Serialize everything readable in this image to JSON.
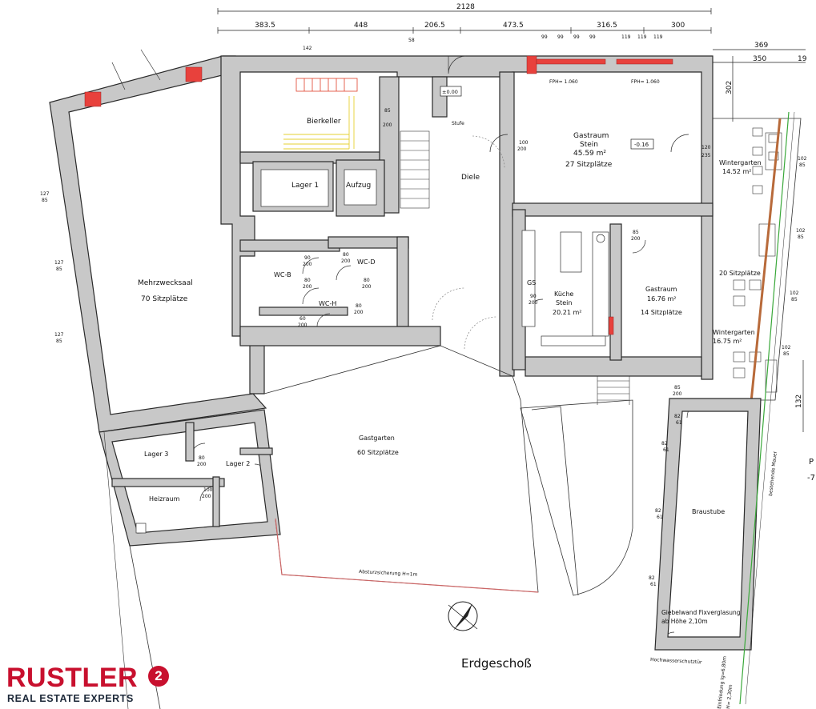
{
  "dimensions": {
    "total": "2128",
    "segments": [
      "383.5",
      "448",
      "206.5",
      "473.5",
      "316.5",
      "300"
    ],
    "right": [
      "369",
      "350",
      "19"
    ],
    "right_vertical": [
      "302",
      "132"
    ]
  },
  "rooms": {
    "mehrzwecksaal": {
      "name": "Mehrzwecksaal",
      "seats": "70 Sitzplätze"
    },
    "bierkeller": {
      "name": "Bierkeller"
    },
    "lager1": {
      "name": "Lager 1"
    },
    "aufzug": {
      "name": "Aufzug"
    },
    "diele": {
      "name": "Diele"
    },
    "stufe": {
      "name": "Stufe"
    },
    "gastraum1": {
      "name": "Gastraum",
      "floor": "Stein",
      "area": "45.59 m²",
      "seats": "27 Sitzplätze",
      "level": "-0.16"
    },
    "wintergarten1": {
      "name": "Wintergarten",
      "area": "14.52 m²"
    },
    "wcb": {
      "name": "WC-B"
    },
    "wcd": {
      "name": "WC-D"
    },
    "wch": {
      "name": "WC-H"
    },
    "kueche": {
      "name": "Küche",
      "floor": "Stein",
      "area": "20.21 m²"
    },
    "gastraum2": {
      "name": "Gastraum",
      "area": "16.76 m²",
      "seats": "14 Sitzplätze"
    },
    "wintergarten2": {
      "name": "Wintergarten",
      "area": "16.75 m²",
      "seats": "20 Sitzplätze"
    },
    "gastgarten": {
      "name": "Gastgarten",
      "seats": "60 Sitzplätze"
    },
    "lager3": {
      "name": "Lager 3"
    },
    "lager2": {
      "name": "Lager 2"
    },
    "heizraum": {
      "name": "Heizraum"
    },
    "braustube": {
      "name": "Braustube"
    }
  },
  "annotations": {
    "level_zero": "±0.00",
    "fph1": "FPH= 1.060",
    "fph2": "FPH= 1.060",
    "gs": "GS",
    "absturz": "Absturzsicherung H=1m",
    "giebelwand_1": "Giebelwand Fixverglasung",
    "giebelwand_2": "ab Höhe 2,10m",
    "hochwasser": "Hochwasserschutztür",
    "mauer": "bestehende Mauer",
    "einfriedung_1": "Einfriedung Ig=6,80m",
    "einfriedung_2": "H= 2,30m",
    "edge_p": "P",
    "edge_7": "-7"
  },
  "openings": {
    "d127a": "127",
    "d85a": "85",
    "d127b": "127",
    "d85b": "85",
    "d127c": "127",
    "d85c": "85",
    "d90a": "90",
    "d200a": "200",
    "d80a": "80",
    "d200b": "200",
    "d80b": "80",
    "d200c": "200",
    "d80c": "80",
    "d200d": "200",
    "d80d": "80",
    "d200e": "200",
    "d60a": "60",
    "d200f": "200",
    "d80e": "80",
    "d200g": "200",
    "d100a": "100",
    "d200h": "200",
    "d90b": "90",
    "d200i": "200",
    "d100b": "100",
    "d200j": "200",
    "d85e": "85",
    "d200k": "200",
    "d85f": "85",
    "d200l": "200",
    "d120": "120",
    "d235": "235",
    "d85d": "85",
    "d200m": "200",
    "w102a": "102",
    "w85a": "85",
    "w102b": "102",
    "w85b": "85",
    "w102c": "102",
    "w85c": "85",
    "w102d": "102",
    "w85d": "85",
    "w82a": "82",
    "w61a": "61",
    "w82b": "82",
    "w61b": "61",
    "w82c": "82",
    "w61c": "61",
    "w82d": "82",
    "w61d": "61"
  },
  "brand": {
    "name": "RUSTLER",
    "mark": "2",
    "tagline": "REAL ESTATE EXPERTS"
  },
  "floor_title": "Erdgeschoß",
  "colors": {
    "wall": "#c8c8c8",
    "window_red": "#e8413c",
    "brand_red": "#c8102e",
    "stair_yellow": "#f2e34a",
    "boundary_green": "#3aa83a"
  }
}
